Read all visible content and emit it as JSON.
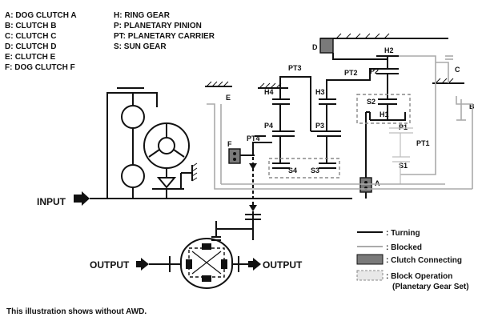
{
  "legend_abbrev": [
    "A: DOG CLUTCH A",
    "B: CLUTCH B",
    "C: CLUTCH C",
    "D: CLUTCH D",
    "E: CLUTCH E",
    "F: DOG CLUTCH F"
  ],
  "legend_parts": [
    "H: RING GEAR",
    "P: PLANETARY PINION",
    "PT: PLANETARY CARRIER",
    "S: SUN GEAR"
  ],
  "component_labels": {
    "a": "A",
    "b": "B",
    "c": "C",
    "d": "D",
    "e": "E",
    "f": "F",
    "h1": "H1",
    "h2": "H2",
    "h3": "H3",
    "h4": "H4",
    "p1": "P1",
    "p2": "P2",
    "p3": "P3",
    "p4": "P4",
    "pt1": "PT1",
    "pt2": "PT2",
    "pt3": "PT3",
    "pt4": "PT4",
    "s1": "S1",
    "s2": "S2",
    "s3": "S3",
    "s4": "S4"
  },
  "input_label": "INPUT",
  "output_left": "OUTPUT",
  "output_right": "OUTPUT",
  "key": {
    "turning": ": Turning",
    "blocked": ": Blocked",
    "clutch_connecting": ": Clutch Connecting",
    "block_operation_1": ": Block Operation",
    "block_operation_2": "(Planetary Gear Set)"
  },
  "colors": {
    "turning": "#111111",
    "blocked": "#aaaaaa",
    "clutch_fill": "#7a7a7a"
  },
  "footnote": "This illustration shows without AWD."
}
